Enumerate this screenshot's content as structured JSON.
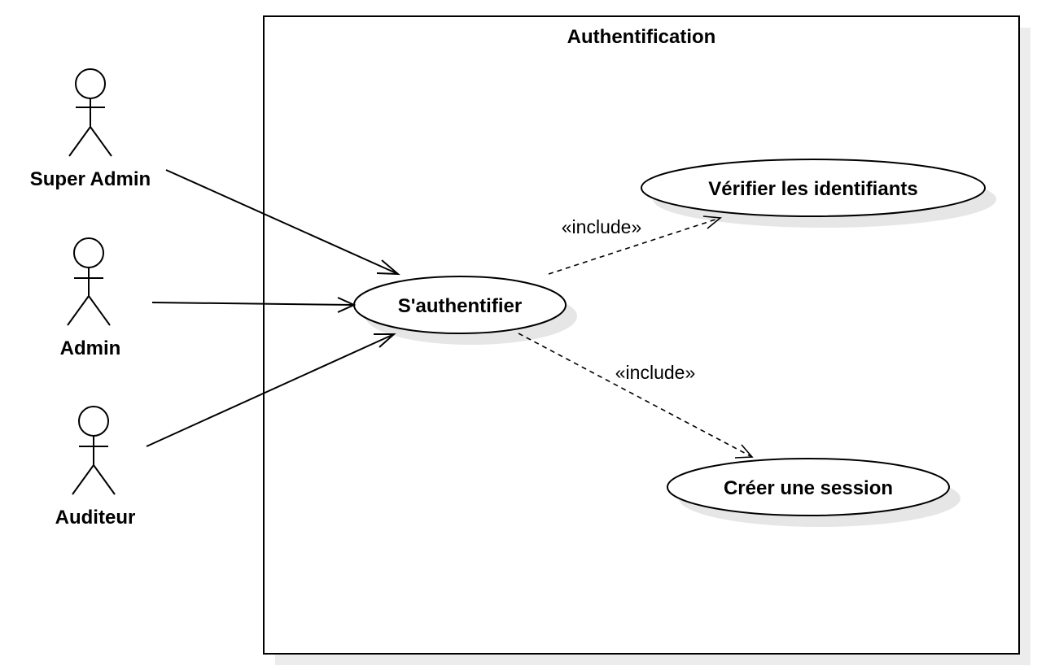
{
  "system": {
    "title": "Authentification"
  },
  "actors": {
    "super_admin": "Super Admin",
    "admin": "Admin",
    "auditeur": "Auditeur"
  },
  "use_cases": {
    "authenticate": "S'authentifier",
    "verify": "Vérifier les identifiants",
    "create_session": "Créer une session"
  },
  "relations": {
    "include_verify": "«include»",
    "include_session": "«include»"
  },
  "colors": {
    "stroke": "#000000",
    "fill": "#ffffff",
    "shadow": "#e6e6e6"
  }
}
